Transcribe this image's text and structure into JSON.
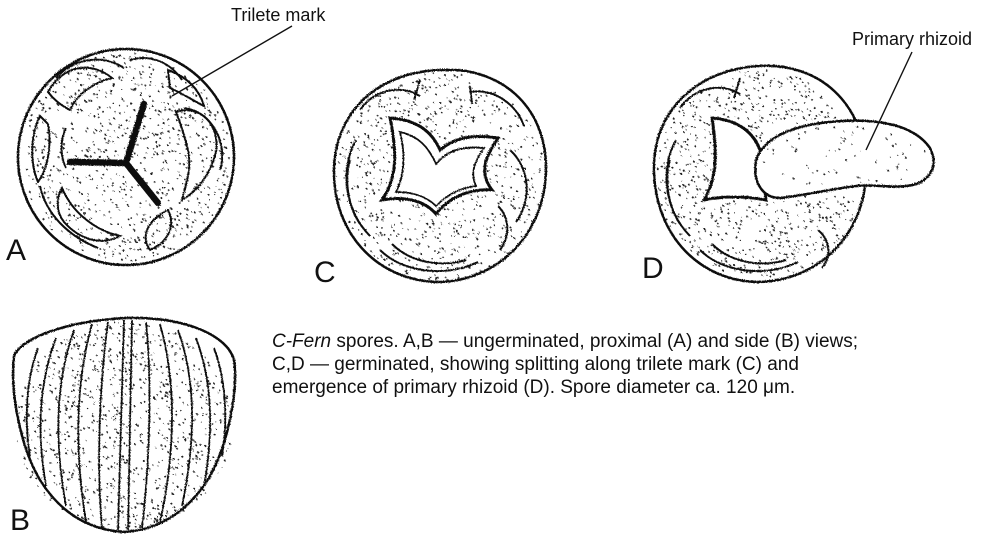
{
  "labels": {
    "trilete_mark": "Trilete mark",
    "primary_rhizoid": "Primary rhizoid"
  },
  "panels": {
    "a": "A",
    "b": "B",
    "c": "C",
    "d": "D"
  },
  "caption": {
    "genus": "C-Fern",
    "line1_rest": " spores. A,B — ungerminated, proximal (A) and side (B) views;",
    "line2": "C,D — germinated, showing splitting along trilete mark (C) and",
    "line3": "emergence of primary rhizoid (D). Spore diameter ca. 120 μm."
  }
}
